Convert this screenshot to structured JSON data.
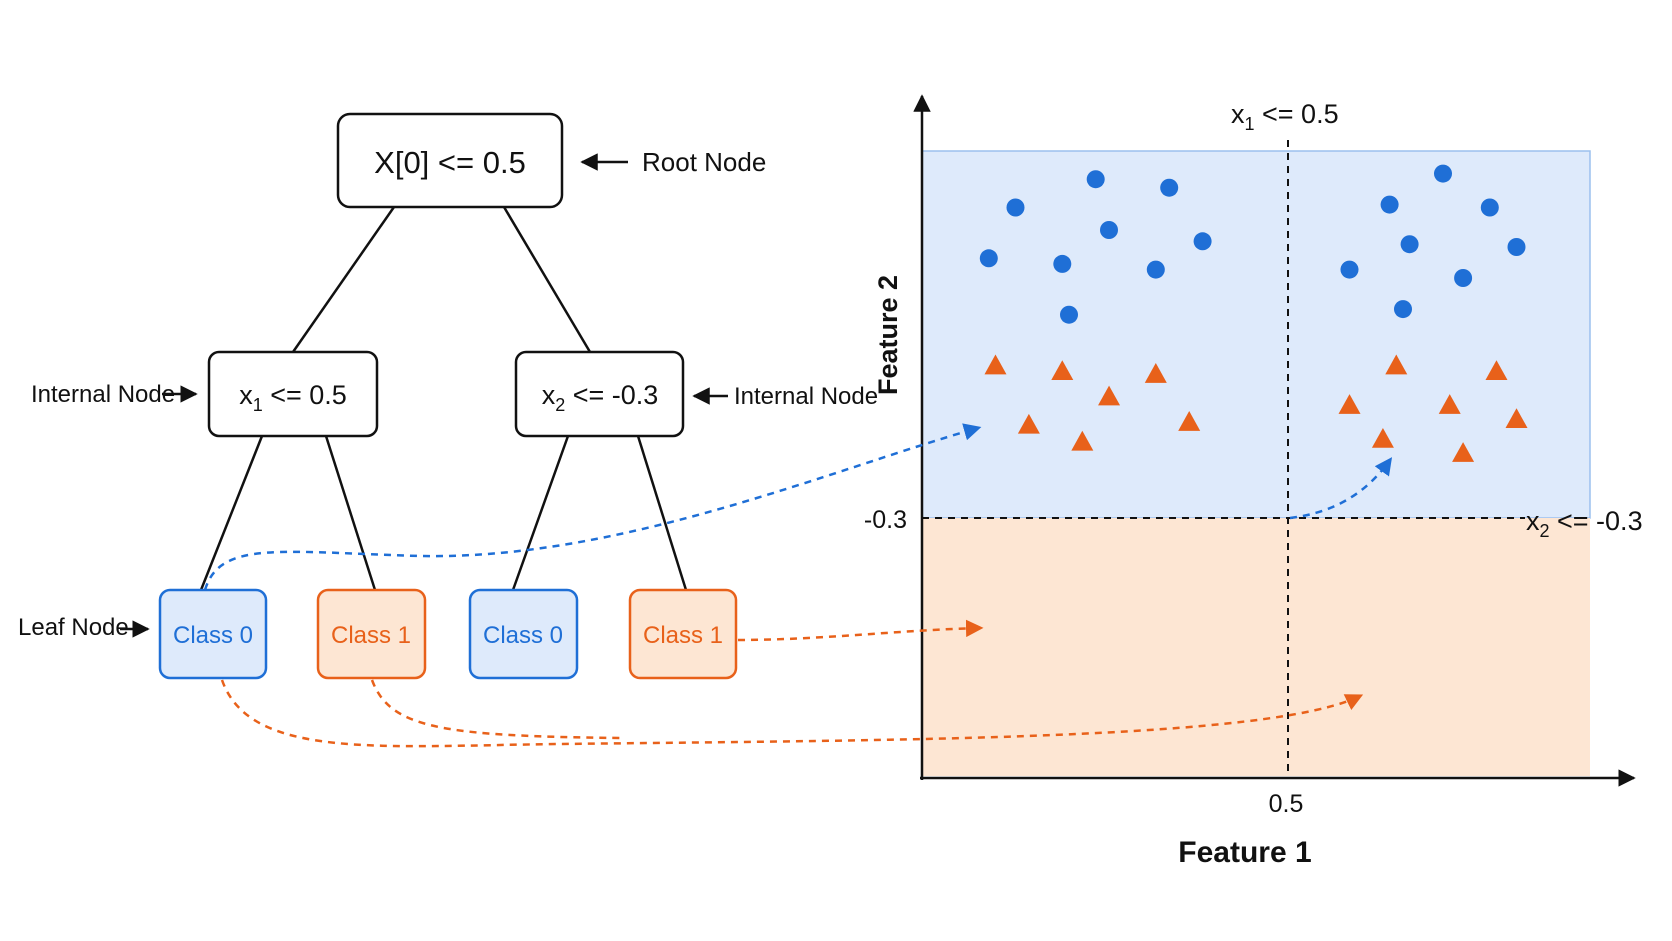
{
  "tree": {
    "root": {
      "condition": "X[0] <= 0.5",
      "annotation": "Root Node"
    },
    "internal_left": {
      "var": "x",
      "sub": "1",
      "rest": " <= 0.5",
      "annotation": "Internal Node"
    },
    "internal_right": {
      "var": "x",
      "sub": "2",
      "rest": " <= -0.3",
      "annotation": "Internal Node"
    },
    "leaves": [
      {
        "label": "Class 0",
        "class": 0
      },
      {
        "label": "Class 1",
        "class": 1
      },
      {
        "label": "Class 0",
        "class": 0
      },
      {
        "label": "Class 1",
        "class": 1
      }
    ],
    "leaf_annotation": "Leaf Node"
  },
  "plot": {
    "xlabel": "Feature 1",
    "ylabel": "Feature 2",
    "x_tick": "0.5",
    "y_tick": "-0.3",
    "vsplit": {
      "var": "x",
      "sub": "1",
      "rest": " <= 0.5"
    },
    "hsplit": {
      "var": "x",
      "sub": "2",
      "rest": " <= -0.3"
    }
  },
  "colors": {
    "class0": "#1f6fd6",
    "class0_fill": "#deeafb",
    "class1": "#e8611a",
    "class1_fill": "#fde6d3",
    "ink": "#111111"
  },
  "points": {
    "class0": [
      [
        0.14,
        0.8
      ],
      [
        0.26,
        0.9
      ],
      [
        0.37,
        0.87
      ],
      [
        0.28,
        0.72
      ],
      [
        0.42,
        0.68
      ],
      [
        0.1,
        0.62
      ],
      [
        0.21,
        0.6
      ],
      [
        0.35,
        0.58
      ],
      [
        0.22,
        0.42
      ],
      [
        0.7,
        0.81
      ],
      [
        0.78,
        0.92
      ],
      [
        0.85,
        0.8
      ],
      [
        0.73,
        0.67
      ],
      [
        0.89,
        0.66
      ],
      [
        0.64,
        0.58
      ],
      [
        0.81,
        0.55
      ],
      [
        0.72,
        0.44
      ]
    ],
    "class1": [
      [
        0.11,
        0.24
      ],
      [
        0.21,
        0.22
      ],
      [
        0.35,
        0.21
      ],
      [
        0.28,
        0.13
      ],
      [
        0.16,
        0.03
      ],
      [
        0.24,
        -0.03
      ],
      [
        0.4,
        0.04
      ],
      [
        0.71,
        0.24
      ],
      [
        0.86,
        0.22
      ],
      [
        0.64,
        0.1
      ],
      [
        0.79,
        0.1
      ],
      [
        0.89,
        0.05
      ],
      [
        0.69,
        -0.02
      ],
      [
        0.81,
        -0.07
      ]
    ]
  }
}
